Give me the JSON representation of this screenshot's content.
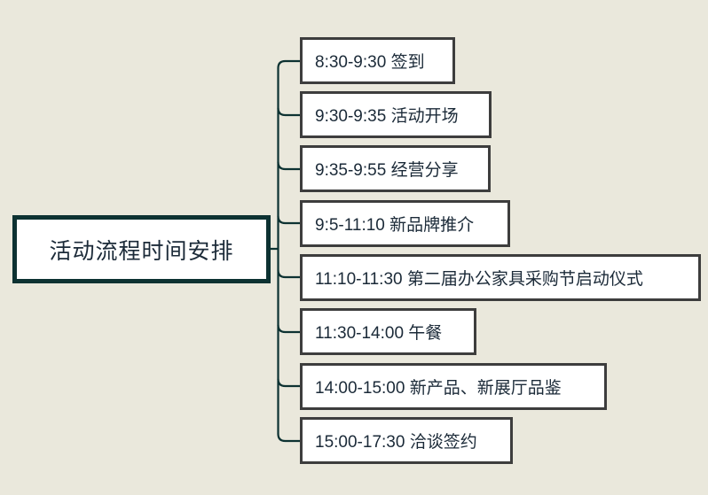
{
  "diagram": {
    "type": "mind-map",
    "title": "活动流程时间安排",
    "background_color": "#eae8dc",
    "root": {
      "label": "活动流程时间安排",
      "border_color": "#0d3232",
      "fill_color": "#ffffff",
      "text_color": "#1b2a38"
    },
    "branch_line_color": "#0d3232",
    "child_style": {
      "border_color": "#3d3d3d",
      "fill_color": "#ffffff",
      "text_color": "#1b2a38"
    },
    "children": [
      {
        "time": "8:30-9:30",
        "activity": "签到",
        "label": "8:30-9:30 签到"
      },
      {
        "time": "9:30-9:35",
        "activity": "活动开场",
        "label": "9:30-9:35 活动开场"
      },
      {
        "time": "9:35-9:55",
        "activity": "经营分享",
        "label": "9:35-9:55 经营分享"
      },
      {
        "time": "9:5-11:10",
        "activity": "新品牌推介",
        "label": "9:5-11:10 新品牌推介"
      },
      {
        "time": "11:10-11:30",
        "activity": "第二届办公家具采购节启动仪式",
        "label": "11:10-11:30 第二届办公家具采购节启动仪式"
      },
      {
        "time": "11:30-14:00",
        "activity": "午餐",
        "label": "11:30-14:00 午餐"
      },
      {
        "time": "14:00-15:00",
        "activity": "新产品、新展厅品鉴",
        "label": "14:00-15:00 新产品、新展厅品鉴"
      },
      {
        "time": "15:00-17:30",
        "activity": "洽谈签约",
        "label": "15:00-17:30 洽谈签约"
      }
    ]
  }
}
